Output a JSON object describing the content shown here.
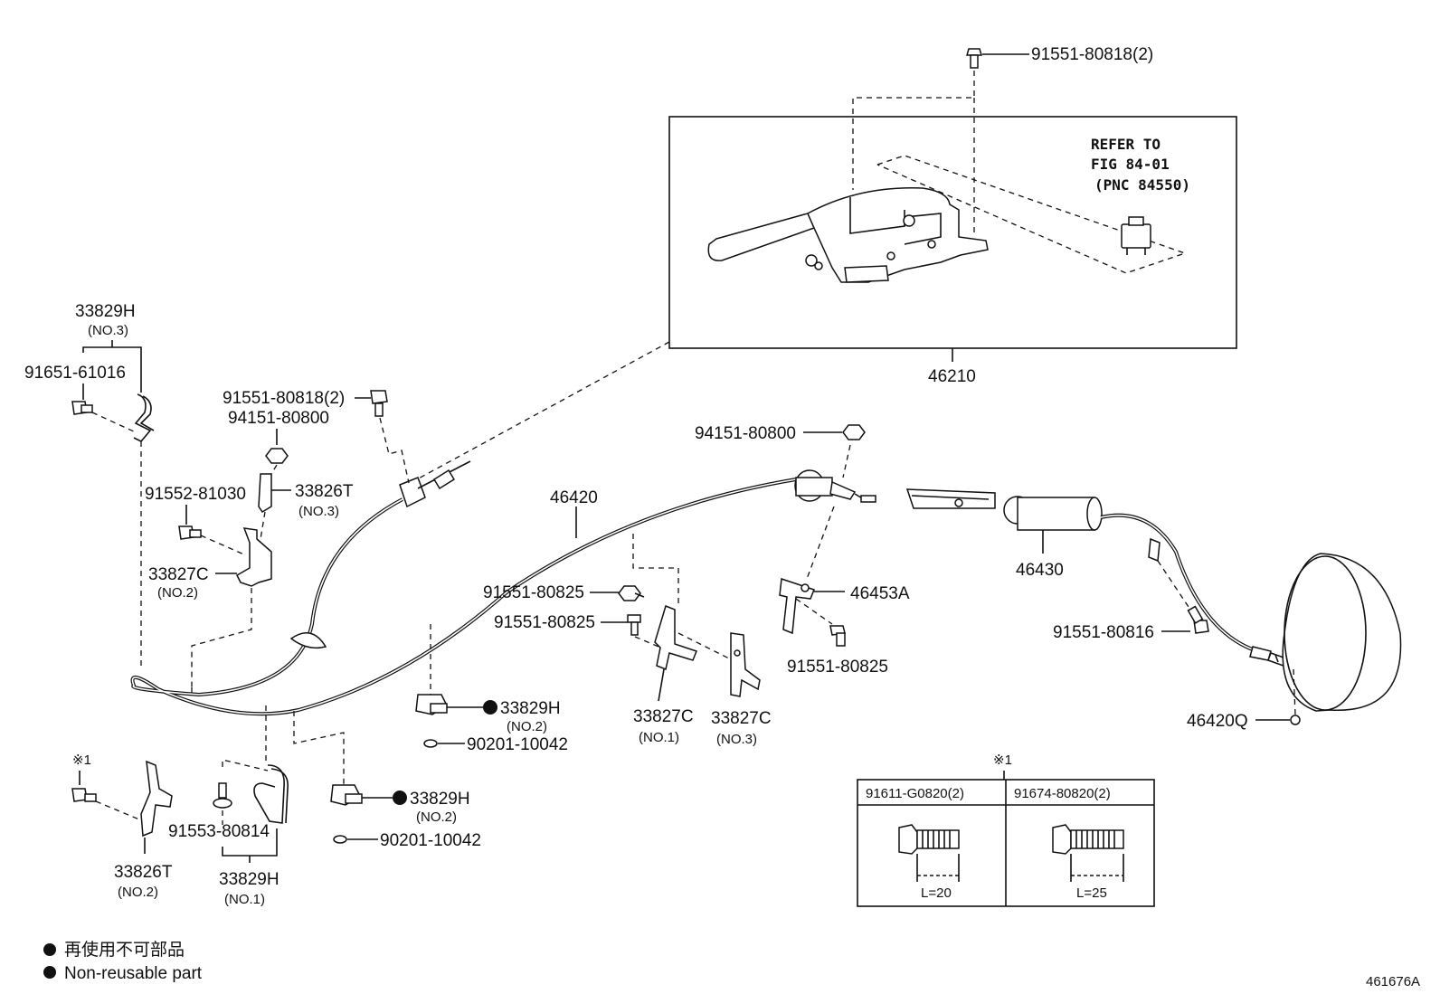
{
  "labels": {
    "top_bolt": "91551-80818(2)",
    "refer_line1": "REFER TO",
    "refer_line2": "FIG 84-01",
    "refer_line3": "(PNC 84550)",
    "lever_assy": "46210",
    "clamp_no3": "33829H",
    "clamp_no3_sub": "(NO.3)",
    "bolt_91651": "91651-61016",
    "bolt_80818_left": "91551-80818(2)",
    "nut_94151_left": "94151-80800",
    "bracket_33826t_no3": "33826T",
    "bracket_33826t_no3_sub": "(NO.3)",
    "bolt_91552": "91552-81030",
    "bracket_33827c_no2": "33827C",
    "bracket_33827c_no2_sub": "(NO.2)",
    "cable_front": "46420",
    "nut_94151_right": "94151-80800",
    "bracket_46453a": "46453A",
    "cable_rear": "46430",
    "bolt_80825_a": "91551-80825",
    "bolt_80825_b": "91551-80825",
    "bolt_80825_c": "91551-80825",
    "clip_33829h_no2_a": "33829H",
    "clip_33829h_no2_a_sub": "(NO.2)",
    "washer_a": "90201-10042",
    "bracket_33827c_no1": "33827C",
    "bracket_33827c_no1_sub": "(NO.1)",
    "bracket_33827c_no3": "33827C",
    "bracket_33827c_no3_sub": "(NO.3)",
    "bolt_80816": "91551-80816",
    "clip_46420q": "46420Q",
    "note_mark_left": "※1",
    "bracket_33826t_no2": "33826T",
    "bracket_33826t_no2_sub": "(NO.2)",
    "bolt_91553": "91553-80814",
    "clamp_33829h_no1": "33829H",
    "clamp_33829h_no1_sub": "(NO.1)",
    "clip_33829h_no2_b": "33829H",
    "clip_33829h_no2_b_sub": "(NO.2)",
    "washer_b": "90201-10042",
    "note_mark_table": "※1",
    "figure_id": "461676A"
  },
  "table": {
    "col1_header": "91611-G0820(2)",
    "col2_header": "91674-80820(2)",
    "col1_length": "L=20",
    "col2_length": "L=25"
  },
  "legend": {
    "line1": "再使用不可部品",
    "line2": "Non-reusable part"
  }
}
